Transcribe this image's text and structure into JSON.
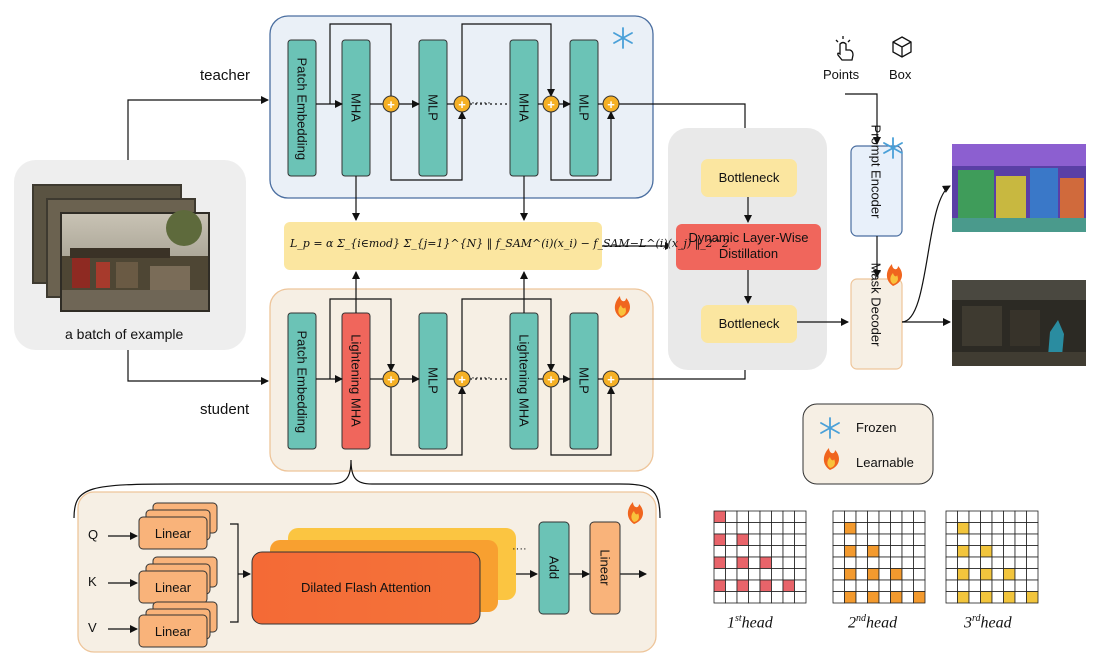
{
  "input": {
    "caption": "a batch of example"
  },
  "branches": {
    "teacher": "teacher",
    "student": "student"
  },
  "teacher_blocks": {
    "patch_embedding": "Patch Embedding",
    "mha_1": "MHA",
    "mlp_1": "MLP",
    "mha_2": "MHA",
    "mlp_2": "MLP",
    "ellipsis": "·····"
  },
  "student_blocks": {
    "patch_embedding": "Patch Embedding",
    "lightening_mha_1": "Lightening MHA",
    "mlp_1": "MLP",
    "lightening_mha_2": "Lightening MHA",
    "mlp_2": "MLP",
    "ellipsis": "·····"
  },
  "loss": {
    "formula": "L_p = α Σ_{i∈mod} Σ_{j=1}^{N} ‖ f_SAM^(i)(x_i) − f_SAM−L^(i)(x_j) ‖_2^2"
  },
  "distill": {
    "bottleneck_top": "Bottleneck",
    "dynamic": "Dynamic Layer-Wise Distillation",
    "bottleneck_bottom": "Bottleneck"
  },
  "prompts": {
    "points": "Points",
    "box": "Box"
  },
  "sam": {
    "prompt_encoder": "Prompt Encoder",
    "mask_decoder": "Mask Decoder"
  },
  "legend": {
    "frozen": "Frozen",
    "learnable": "Learnable"
  },
  "attention_detail": {
    "q": "Q",
    "k": "K",
    "v": "V",
    "linear": "Linear",
    "dilated_flash_attention": "Dilated Flash Attention",
    "add": "Add",
    "linear_out": "Linear",
    "ellipsis": "····"
  },
  "heads": [
    {
      "ordinal": "1",
      "suffix": "st",
      "word": "head",
      "color": "#e8646a"
    },
    {
      "ordinal": "2",
      "suffix": "nd",
      "word": "head",
      "color": "#f39a2e"
    },
    {
      "ordinal": "3",
      "suffix": "rd",
      "word": "head",
      "color": "#f2c53d"
    }
  ],
  "colors": {
    "teal": "#6bc3b6",
    "red_block": "#f0665c",
    "yellow_box": "#fbe6a0",
    "orange_circle": "#f5b025",
    "teacher_frame": "#4a6ea0",
    "student_frame": "#eec59a",
    "linear_orange": "#f9b37a"
  }
}
